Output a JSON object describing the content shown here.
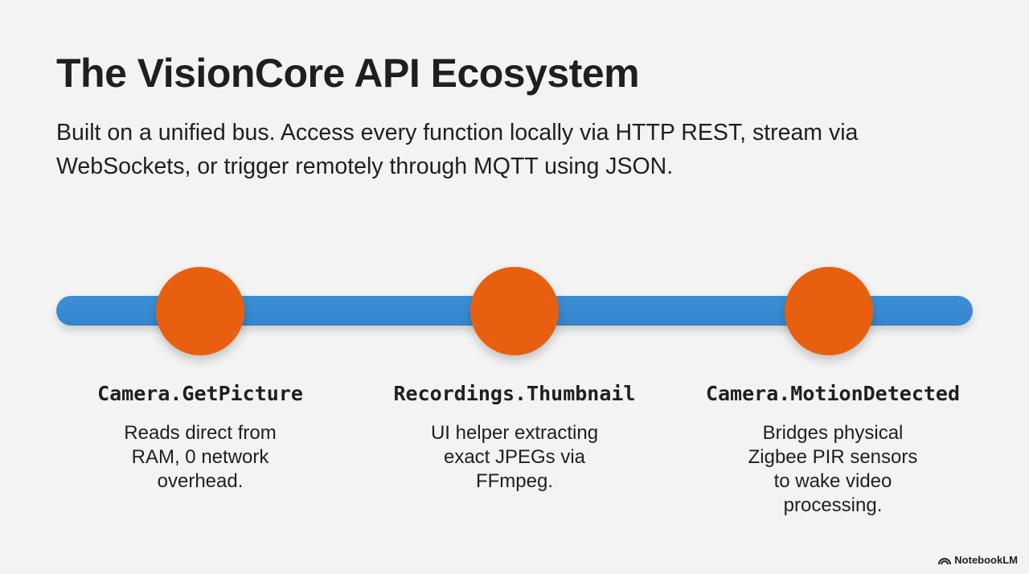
{
  "title": "The VisionCore API Ecosystem",
  "subtitle": "Built on a unified bus. Access every function locally via HTTP REST, stream via WebSockets, or trigger remotely through MQTT using JSON.",
  "nodes": [
    {
      "name": "Camera.GetPicture",
      "desc": "Reads direct from RAM, 0 network overhead."
    },
    {
      "name": "Recordings.Thumbnail",
      "desc": "UI helper extracting exact JPEGs via FFmpeg."
    },
    {
      "name": "Camera.MotionDetected",
      "desc": "Bridges physical Zigbee PIR sensors to wake video processing."
    }
  ],
  "colors": {
    "bus": "#3585cd",
    "node": "#e8600f",
    "background": "#f3f3f3"
  },
  "brand": {
    "label": "NotebookLM",
    "icon": "notebooklm-logo-icon"
  }
}
